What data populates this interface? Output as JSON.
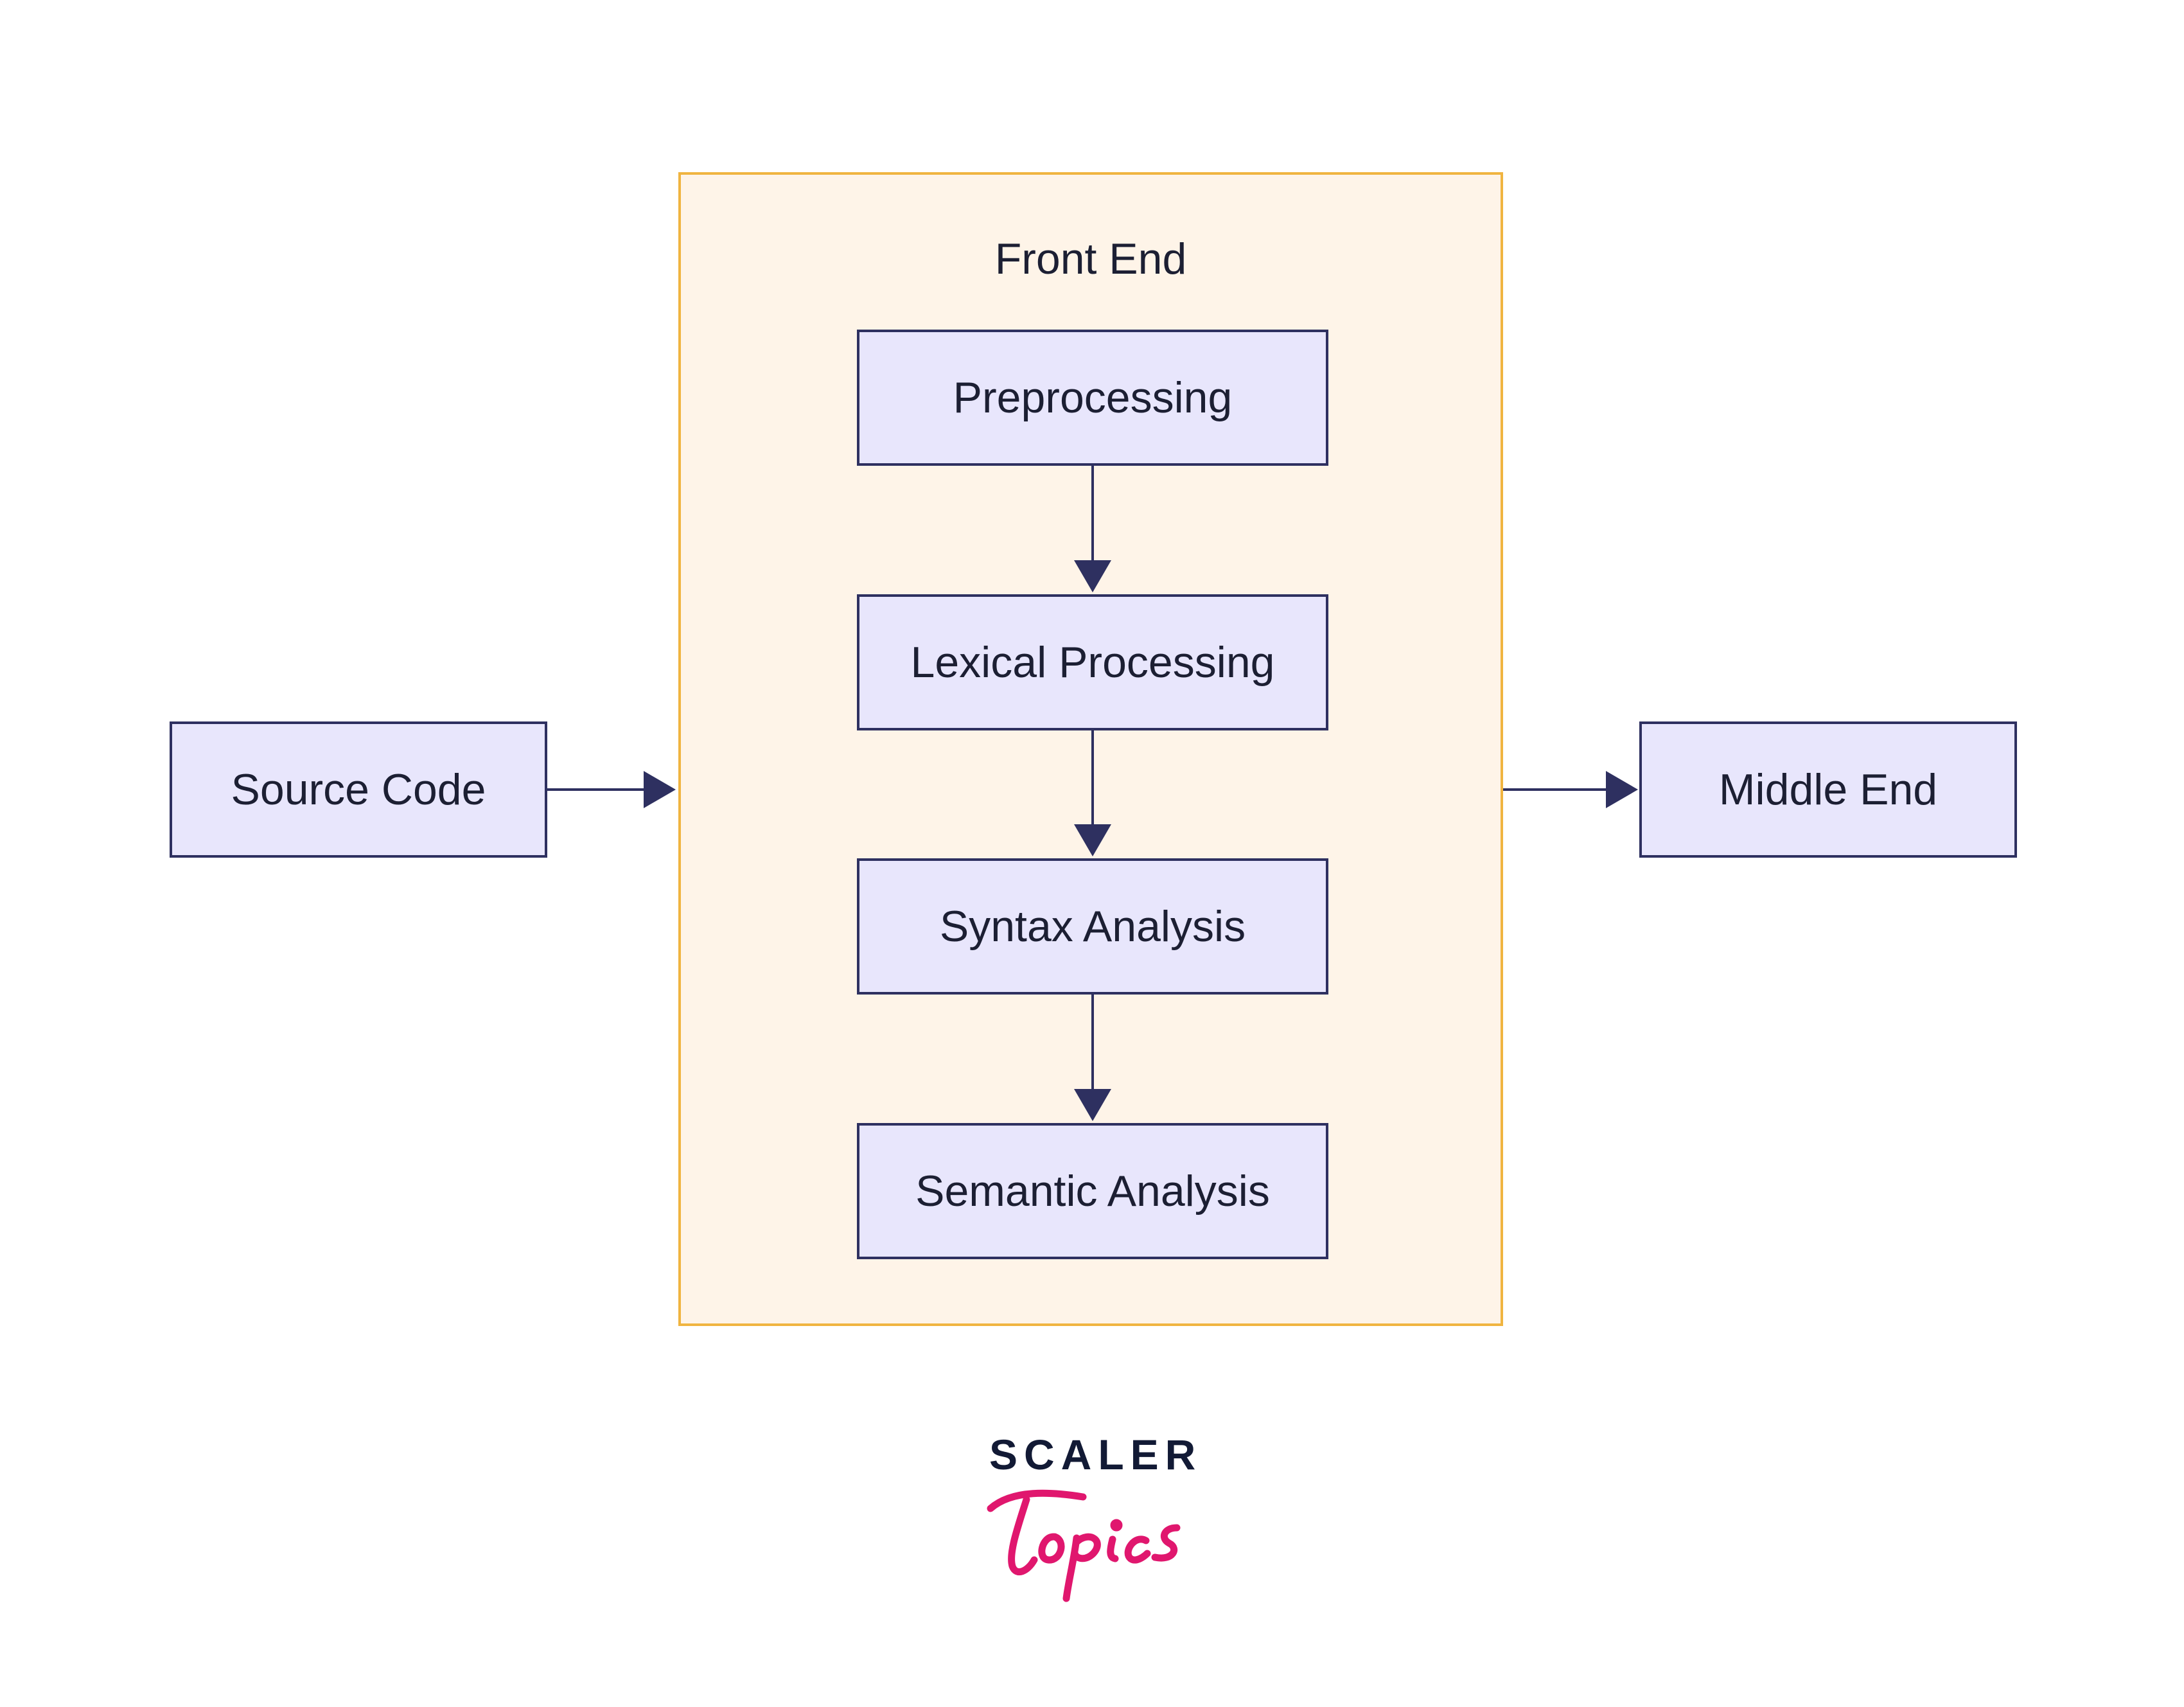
{
  "diagram": {
    "cluster_label": "Front End",
    "nodes": {
      "source": "Source Code",
      "preprocessing": "Preprocessing",
      "lexical": "Lexical Processing",
      "syntax": "Syntax Analysis",
      "semantic": "Semantic Analysis",
      "middle": "Middle End"
    }
  },
  "logo": {
    "wordmark": "SCALER",
    "script": "Topics",
    "colors": {
      "wordmark": "#121a35",
      "script": "#e0176e"
    }
  },
  "colors": {
    "node_fill": "#e8e6fc",
    "node_border": "#2e3060",
    "cluster_fill": "#fef4e8",
    "cluster_border": "#f0b440",
    "arrow": "#2e3060"
  }
}
